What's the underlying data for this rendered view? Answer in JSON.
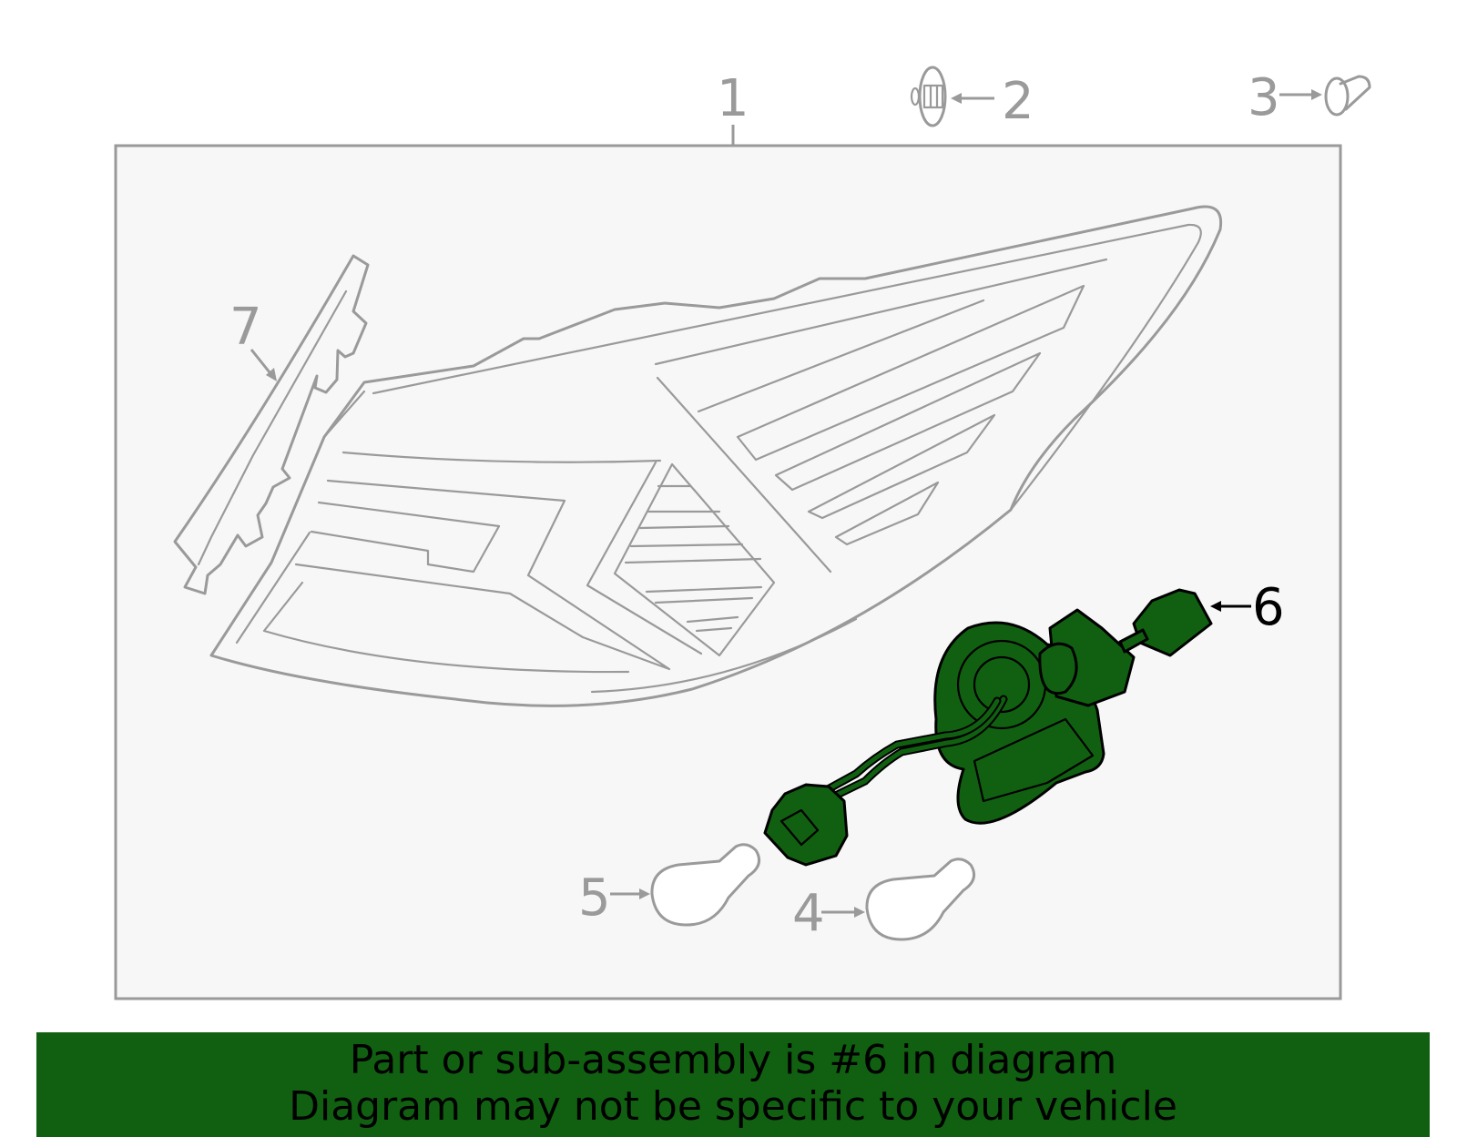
{
  "callouts": {
    "c1": "1",
    "c2": "2",
    "c3": "3",
    "c4": "4",
    "c5": "5",
    "c6": "6",
    "c7": "7"
  },
  "highlighted_callout": "6",
  "colors": {
    "highlight_green": "#116011",
    "line_gray": "#9a9a9a",
    "panel_bg": "#f7f7f7"
  },
  "banner": {
    "line1": "Part or sub-assembly is #6 in diagram",
    "line2": "Diagram may not be specific to your vehicle"
  }
}
